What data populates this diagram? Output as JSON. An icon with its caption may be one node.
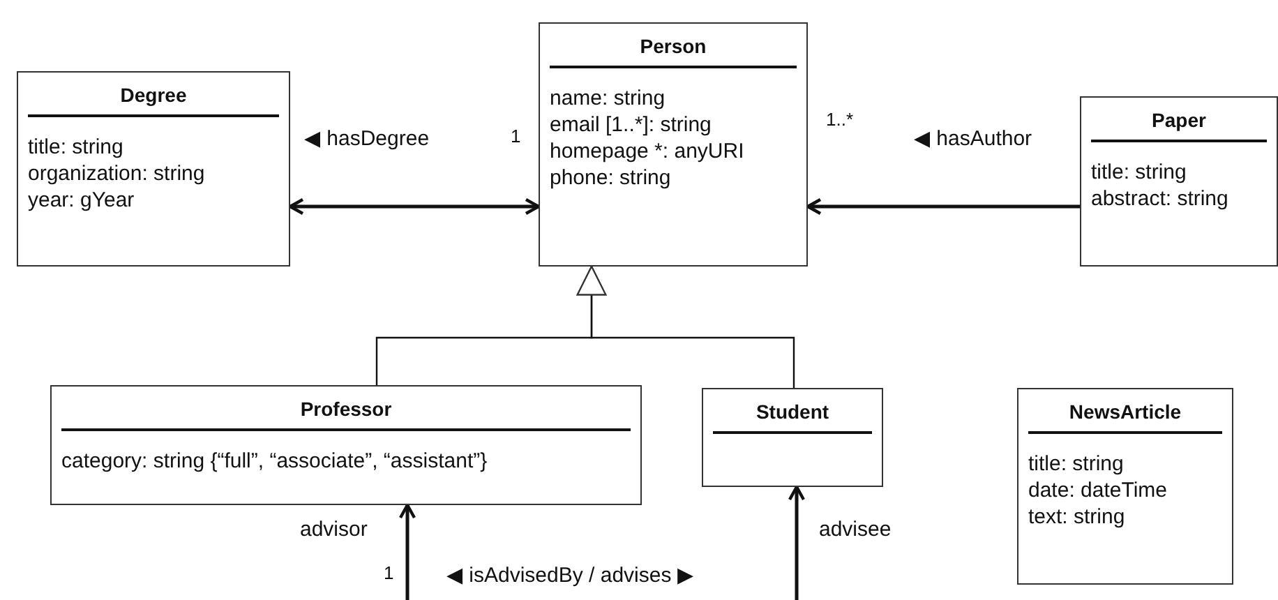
{
  "diagram": {
    "nodes": [
      {
        "text": [
          "Degree",
          "title: string",
          "organization: string",
          "year: gYear"
        ]
      },
      {
        "text": [
          "Person",
          "name: string",
          "email [1..*]: string",
          "homepage *: anyURI",
          "phone: string"
        ]
      },
      {
        "text": [
          "Paper",
          "title: string",
          "abstract: string"
        ]
      },
      {
        "text": [
          "Professor",
          "category: string {“full”, “associate”, “assistant”}"
        ]
      },
      {
        "text": [
          "Student"
        ]
      },
      {
        "text": [
          "NewsArticle",
          "title: string",
          "date: dateTime",
          "text: string"
        ]
      }
    ],
    "edges": [
      {
        "from": 0,
        "to": 1,
        "arrow": "both",
        "label": "◀ hasDegree"
      },
      {
        "from": 2,
        "to": 1,
        "arrow": "to",
        "label": "◀ hasAuthor"
      },
      {
        "from": 3,
        "to": 1,
        "arrow": "to"
      },
      {
        "from": 4,
        "to": 1,
        "arrow": "to"
      },
      {
        "from": null,
        "to": 3,
        "arrow": "to"
      },
      {
        "from": null,
        "to": 4,
        "arrow": "to"
      }
    ],
    "labels": [
      "1",
      "1..*",
      "advisor",
      "advisee",
      "1",
      "◀ isAdvisedBy / advises ▶"
    ]
  }
}
